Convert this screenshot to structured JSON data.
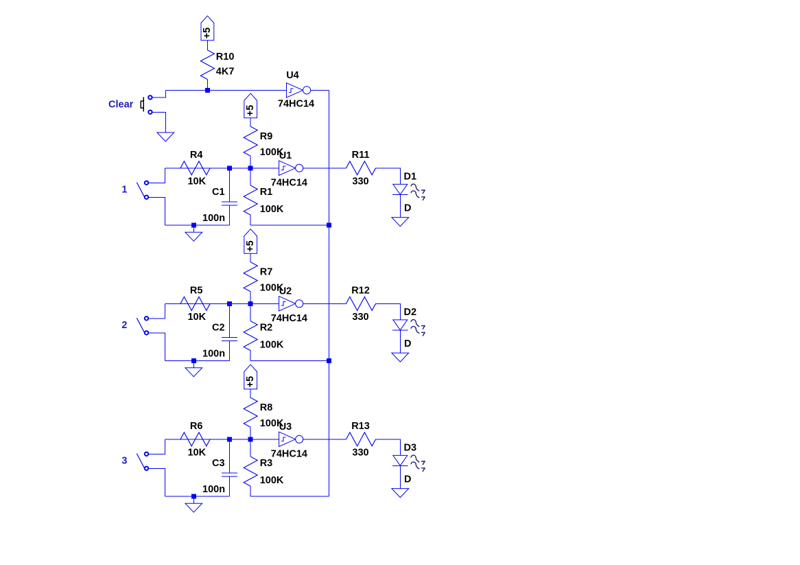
{
  "diagram": {
    "type": "circuit-schematic",
    "description": "Three-channel latch / indicator schematic with Schmitt-trigger inverters",
    "background": "#ffffff",
    "colors": {
      "wire": "#0404f0",
      "junction": "#0404f0",
      "blue_text": "#1e1eb2",
      "black_text": "#000000",
      "arrow": "#1c1c72",
      "button": "#000000"
    },
    "power_net_label": "+5",
    "ic_type": "74HC14",
    "clear_section": {
      "switch_label": "Clear",
      "pullup_resistor": {
        "name": "R10",
        "value": "4K7"
      },
      "inverter": {
        "name": "U4",
        "type": "74HC14"
      },
      "power_flag": "+5"
    },
    "stages": [
      {
        "switch_label": "1",
        "input_resistor": {
          "name": "R4",
          "value": "10K"
        },
        "capacitor": {
          "name": "C1",
          "value": "100n"
        },
        "pullup_resistor": {
          "name": "R9",
          "value": "100K"
        },
        "pullup_power_flag": "+5",
        "feedback_resistor": {
          "name": "R1",
          "value": "100K"
        },
        "inverter": {
          "name": "U1",
          "type": "74HC14"
        },
        "led_resistor": {
          "name": "R11",
          "value": "330"
        },
        "led": {
          "name": "D1",
          "type": "D"
        }
      },
      {
        "switch_label": "2",
        "input_resistor": {
          "name": "R5",
          "value": "10K"
        },
        "capacitor": {
          "name": "C2",
          "value": "100n"
        },
        "pullup_resistor": {
          "name": "R7",
          "value": "100K"
        },
        "pullup_power_flag": "+5",
        "feedback_resistor": {
          "name": "R2",
          "value": "100K"
        },
        "inverter": {
          "name": "U2",
          "type": "74HC14"
        },
        "led_resistor": {
          "name": "R12",
          "value": "330"
        },
        "led": {
          "name": "D2",
          "type": "D"
        }
      },
      {
        "switch_label": "3",
        "input_resistor": {
          "name": "R6",
          "value": "10K"
        },
        "capacitor": {
          "name": "C3",
          "value": "100n"
        },
        "pullup_resistor": {
          "name": "R8",
          "value": "100K"
        },
        "pullup_power_flag": "+5",
        "feedback_resistor": {
          "name": "R3",
          "value": "100K"
        },
        "inverter": {
          "name": "U3",
          "type": "74HC14"
        },
        "led_resistor": {
          "name": "R13",
          "value": "330"
        },
        "led": {
          "name": "D3",
          "type": "D"
        }
      }
    ]
  }
}
